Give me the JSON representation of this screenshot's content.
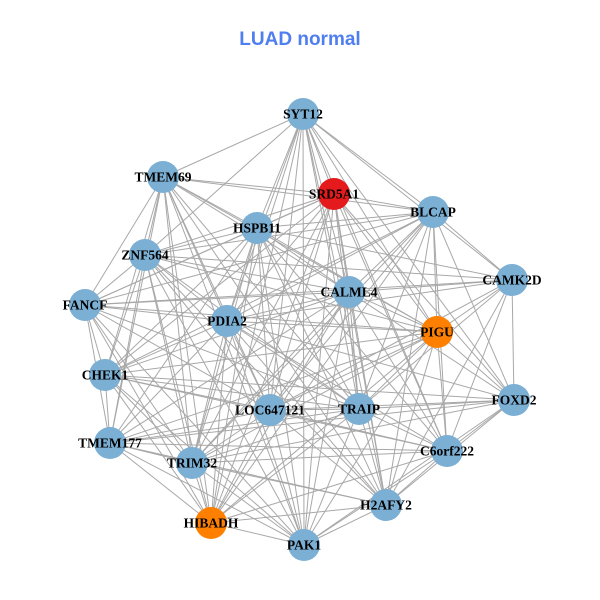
{
  "title": "LUAD normal",
  "colors": {
    "default": "#7bafd4",
    "red": "#e41a1c",
    "orange": "#ff7f00",
    "edge": "#a8a8a8"
  },
  "nodes": [
    {
      "label": "SYT12",
      "color": "default"
    },
    {
      "label": "TMEM69",
      "color": "default"
    },
    {
      "label": "SRD5A1",
      "color": "red"
    },
    {
      "label": "BLCAP",
      "color": "default"
    },
    {
      "label": "HSPB11",
      "color": "default"
    },
    {
      "label": "ZNF564",
      "color": "default"
    },
    {
      "label": "CAMK2D",
      "color": "default"
    },
    {
      "label": "CALML4",
      "color": "default"
    },
    {
      "label": "FANCF",
      "color": "default"
    },
    {
      "label": "PDIA2",
      "color": "default"
    },
    {
      "label": "PIGU",
      "color": "orange"
    },
    {
      "label": "CHEK1",
      "color": "default"
    },
    {
      "label": "LOC647121",
      "color": "default"
    },
    {
      "label": "TRAIP",
      "color": "default"
    },
    {
      "label": "FOXD2",
      "color": "default"
    },
    {
      "label": "TMEM177",
      "color": "default"
    },
    {
      "label": "C6orf222",
      "color": "default"
    },
    {
      "label": "TRIM32",
      "color": "default"
    },
    {
      "label": "H2AFY2",
      "color": "default"
    },
    {
      "label": "HIBADH",
      "color": "orange"
    },
    {
      "label": "PAK1",
      "color": "default"
    }
  ],
  "adjacency": {
    "0": [
      1,
      2,
      3,
      4,
      5,
      6,
      7,
      9,
      10,
      12,
      13,
      14,
      16,
      17,
      18,
      19,
      20
    ],
    "1": [
      2,
      3,
      4,
      5,
      7,
      8,
      9,
      10,
      11,
      12,
      13,
      15,
      17,
      18,
      19,
      20
    ],
    "2": [
      3,
      4,
      5,
      7,
      8,
      9,
      10,
      11,
      12,
      13,
      14,
      16,
      17,
      18,
      19,
      20
    ],
    "3": [
      4,
      5,
      6,
      7,
      8,
      9,
      10,
      11,
      12,
      13,
      14,
      16,
      17,
      18,
      19
    ],
    "4": [
      5,
      6,
      7,
      8,
      9,
      10,
      11,
      12,
      13,
      15,
      16,
      17,
      18,
      19,
      20
    ],
    "5": [
      6,
      7,
      8,
      9,
      10,
      11,
      12,
      13,
      15,
      17,
      18,
      19,
      20
    ],
    "6": [
      7,
      8,
      9,
      10,
      12,
      13,
      14,
      16,
      18
    ],
    "7": [
      8,
      9,
      10,
      11,
      12,
      13,
      14,
      15,
      16,
      17,
      18,
      19,
      20
    ],
    "8": [
      9,
      10,
      11,
      12,
      13,
      15,
      17,
      19,
      20
    ],
    "9": [
      10,
      11,
      12,
      13,
      14,
      15,
      16,
      17,
      18,
      19,
      20
    ],
    "10": [
      11,
      12,
      13,
      14,
      15,
      16,
      17,
      18,
      19,
      20
    ],
    "11": [
      12,
      13,
      14,
      15,
      16,
      17,
      19,
      20
    ],
    "12": [
      13,
      14,
      15,
      16,
      17,
      18,
      19,
      20
    ],
    "13": [
      14,
      15,
      16,
      17,
      18,
      19,
      20
    ],
    "14": [
      15,
      16,
      17,
      18,
      20
    ],
    "15": [
      16,
      17,
      18,
      19,
      20
    ],
    "16": [
      17,
      18,
      19,
      20
    ],
    "17": [
      18,
      19,
      20
    ],
    "18": [
      19,
      20
    ],
    "19": [
      20
    ]
  }
}
